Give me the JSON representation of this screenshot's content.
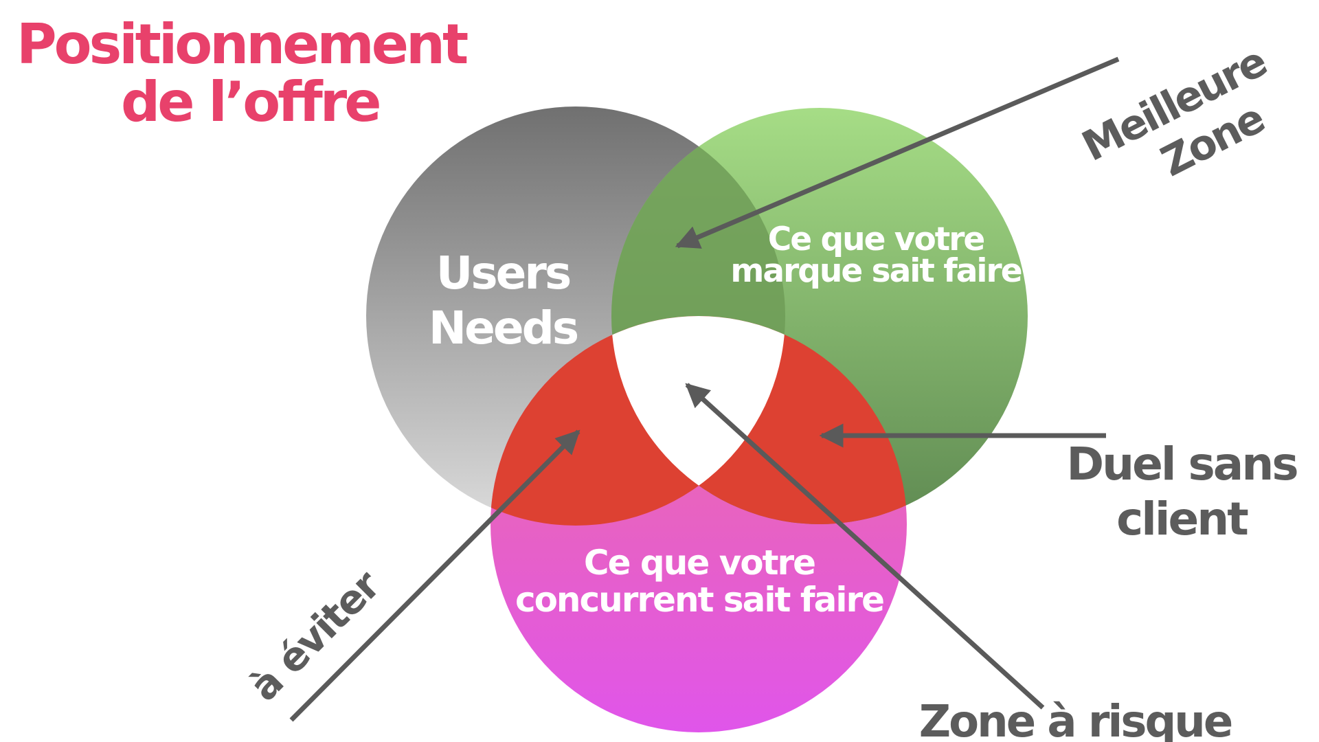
{
  "title": {
    "line1": "Positionnement",
    "line2": "de l’offre"
  },
  "circles": {
    "users": {
      "line1": "Users",
      "line2": "Needs"
    },
    "brand": {
      "line1": "Ce que votre",
      "line2": "marque sait faire"
    },
    "competitor": {
      "line1": "Ce que votre",
      "line2": "concurrent sait faire"
    }
  },
  "annotations": {
    "best_zone": {
      "line1": "Meilleure",
      "line2": "Zone"
    },
    "duel": {
      "line1": "Duel sans",
      "line2": "client"
    },
    "risk": {
      "text": "Zone à risque"
    },
    "avoid": {
      "text": "à éviter"
    }
  },
  "colors": {
    "title": "#e8416b",
    "users_top": "#707070",
    "users_bottom": "#d8d8d8",
    "brand_top": "#a6dd86",
    "brand_bottom": "#5f8a52",
    "competitor_top": "#ee6e9e",
    "competitor_bottom": "#e155e8",
    "overlap_red": "#dd4132",
    "arrow": "#5a5a5a"
  }
}
